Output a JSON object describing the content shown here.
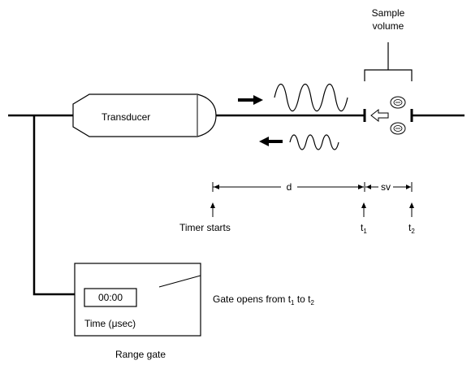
{
  "labels": {
    "sample_volume_line1": "Sample",
    "sample_volume_line2": "volume",
    "transducer": "Transducer",
    "distance": "d",
    "sample_volume_abbrev": "sv",
    "timer_starts": "Timer starts",
    "t1_base": "t",
    "t1_sub": "1",
    "t2_base": "t",
    "t2_sub": "2",
    "timer_display": "00:00",
    "time_label_prefix": "Time (",
    "time_label_mu": "μ",
    "time_label_suffix": "sec)",
    "gate_opens_prefix": "Gate opens from t",
    "gate_opens_sub1": "1",
    "gate_opens_mid": " to t",
    "gate_opens_sub2": "2",
    "range_gate": "Range gate"
  },
  "colors": {
    "line": "#000000",
    "background": "#ffffff"
  },
  "icons": {
    "transmit_arrow": "arrow-right-icon",
    "receive_arrow": "arrow-left-icon",
    "flow_arrow": "hollow-arrow-left-icon",
    "particle": "blood-cell-icon"
  }
}
